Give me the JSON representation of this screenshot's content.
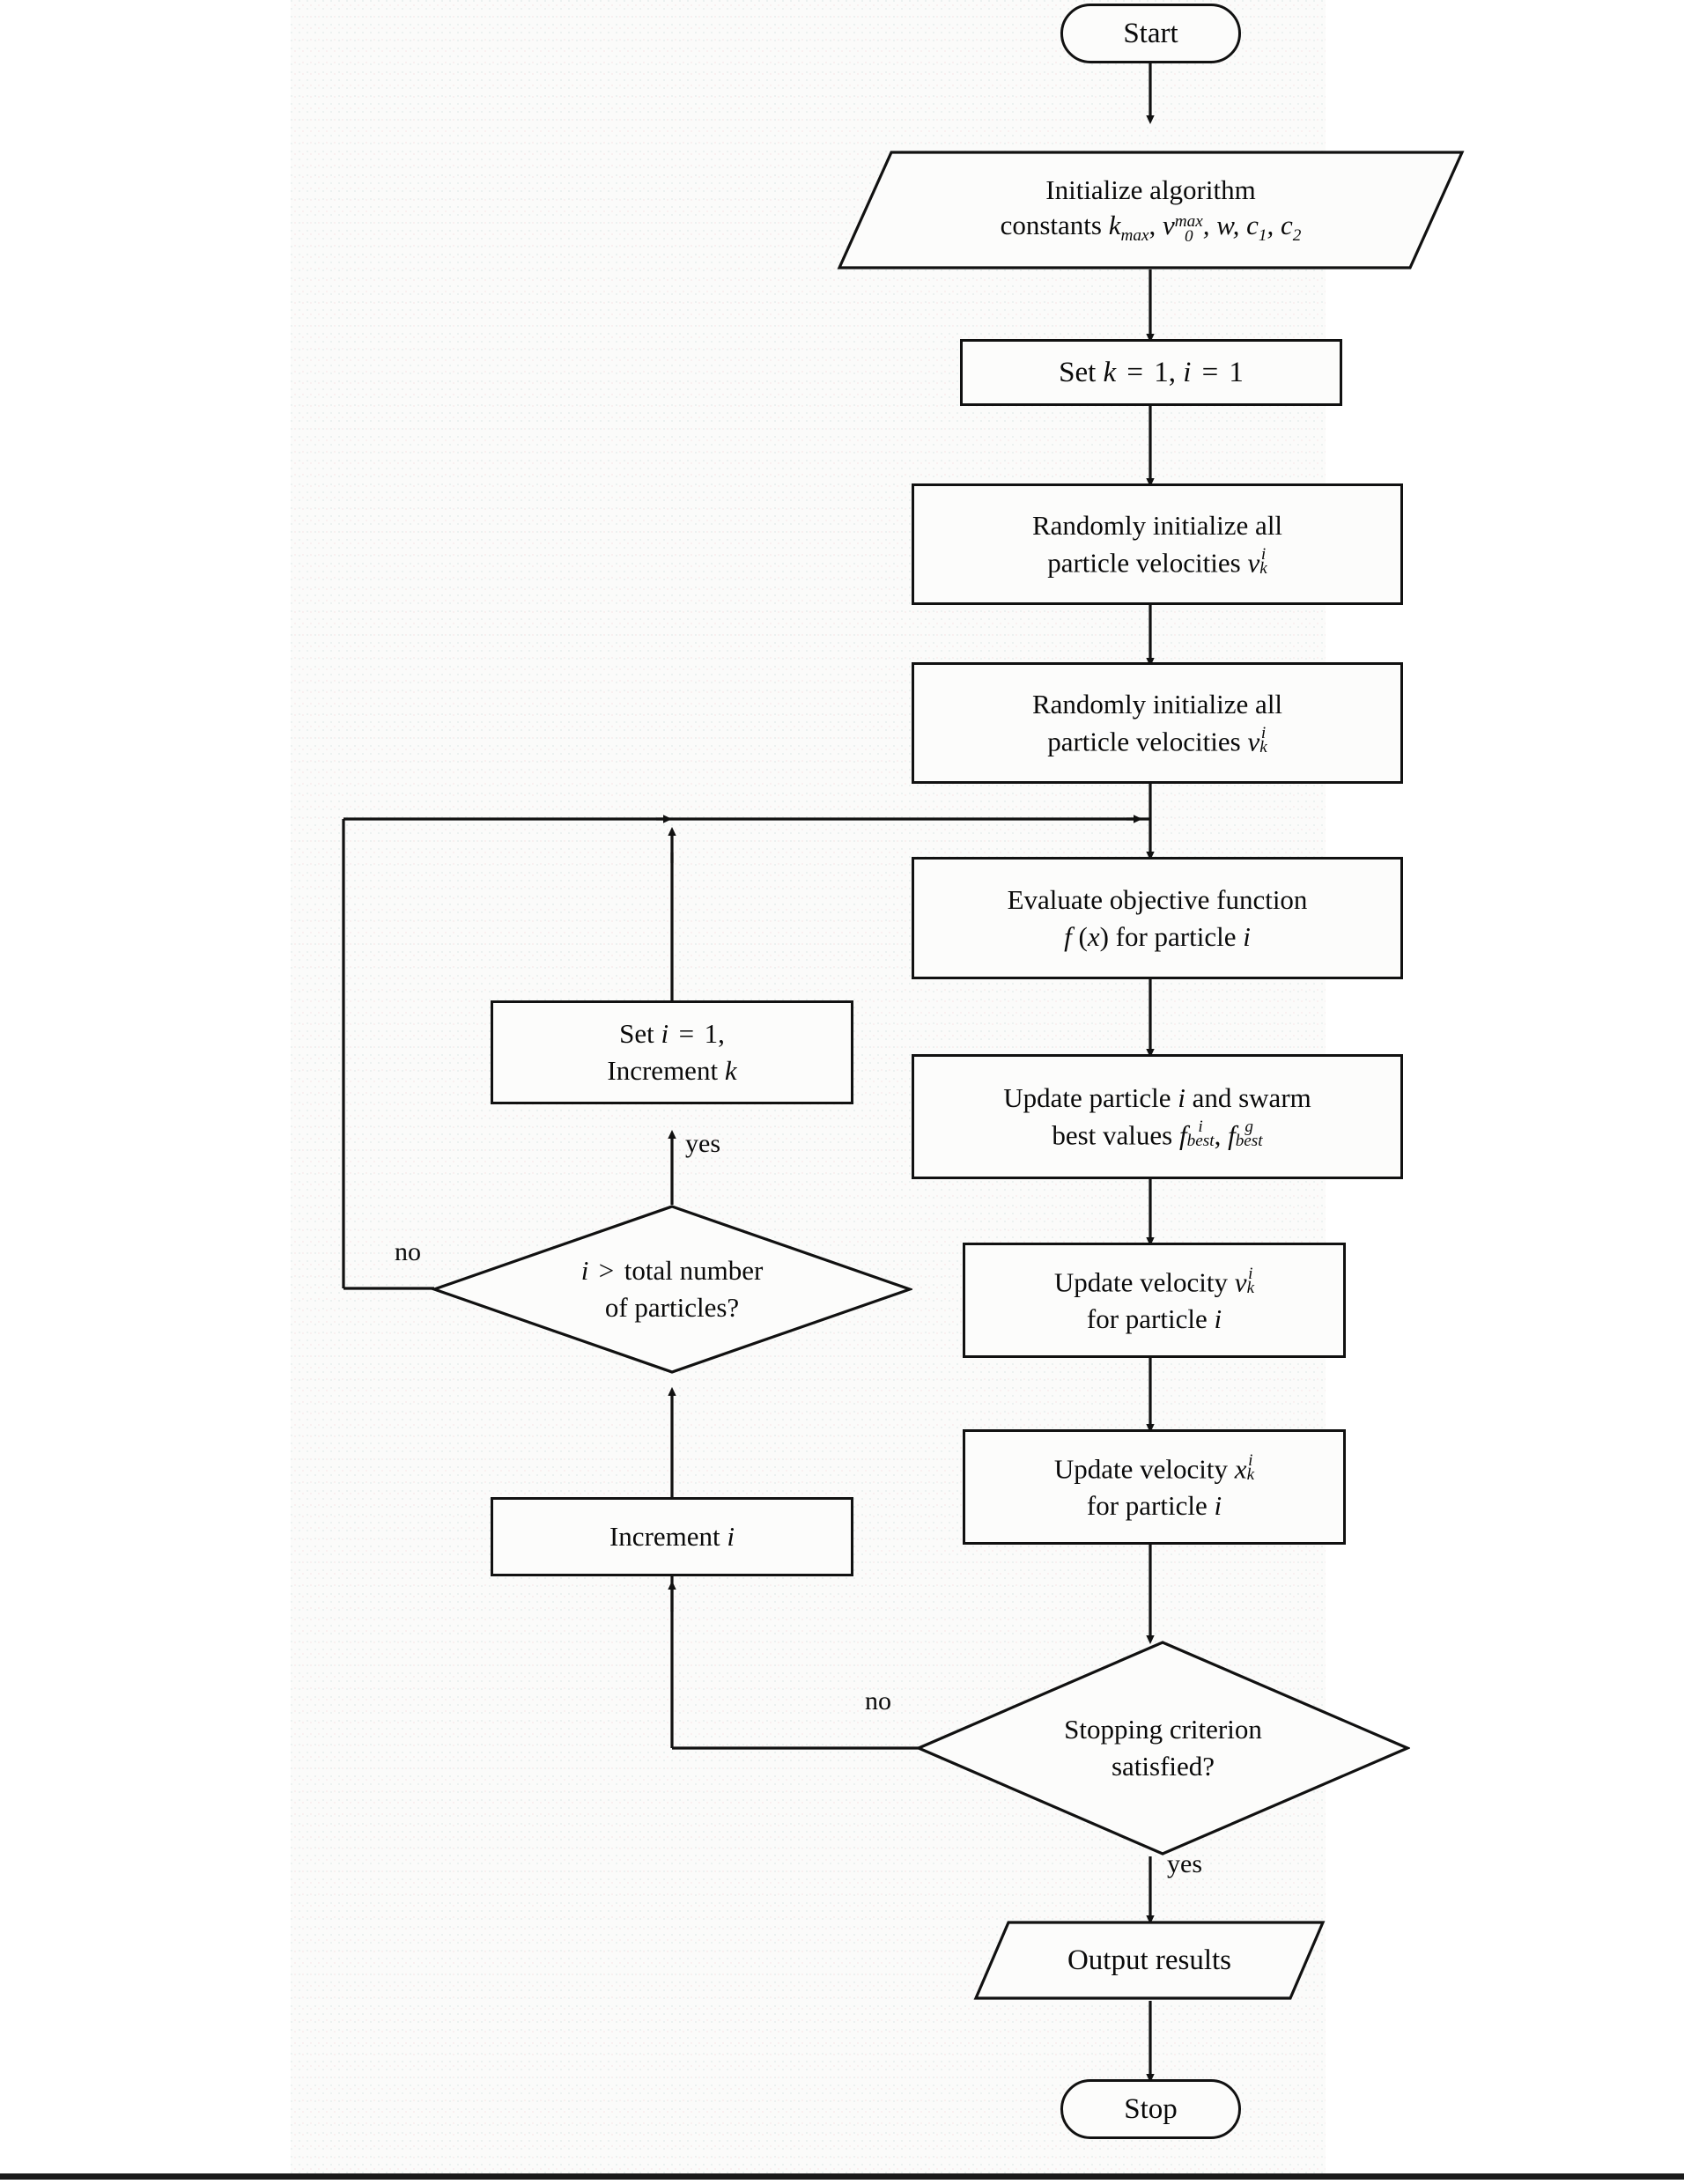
{
  "diagram": {
    "title": "Particle Swarm Optimization algorithm flowchart",
    "type": "flowchart",
    "stroke_color": "#111111",
    "background_color": "#fbfbfa",
    "text_color": "#0a0a0a"
  },
  "nodes": {
    "start": {
      "shape": "terminator",
      "label": "Start"
    },
    "initialize": {
      "shape": "parallelogram",
      "line1": "Initialize algorithm",
      "line2_pre": "constants ",
      "k": "k",
      "ksub": "max",
      "comma1": ", ",
      "v": "v",
      "vsub": "0",
      "vsup": "max",
      "rest": ", w, c",
      "c1sub": "1",
      "comma2": ", c",
      "c2sub": "2"
    },
    "set_k_i": {
      "shape": "process",
      "pre": "Set ",
      "k": "k",
      "eq1": " = ",
      "one1": "1, ",
      "i": "i",
      "eq2": " = ",
      "one2": "1"
    },
    "rand_init_1": {
      "shape": "process",
      "line1": "Randomly initialize all",
      "line2": "particle velocities ",
      "var": "v",
      "sup": "i",
      "sub": "k"
    },
    "rand_init_2": {
      "shape": "process",
      "line1": "Randomly initialize all",
      "line2": "particle velocities ",
      "var": "v",
      "sup": "i",
      "sub": "k"
    },
    "evaluate": {
      "shape": "process",
      "line1": "Evaluate objective function",
      "f": "f",
      "paren_open": " (",
      "x": "x",
      "paren_close": ") ",
      "mid": "for particle ",
      "i": "i"
    },
    "update_best": {
      "shape": "process",
      "line1_pre": "Update particle ",
      "i": "i",
      "line1_post": " and swarm",
      "line2_pre": "best values ",
      "f1": "f",
      "f1sup": "i",
      "f1sub": "best",
      "comma": ", ",
      "f2": "f",
      "f2sup": "g",
      "f2sub": "best"
    },
    "update_v": {
      "shape": "process",
      "line1_pre": "Update velocity ",
      "var": "v",
      "sup": "i",
      "sub": "k",
      "line2_pre": "for particle ",
      "i": "i"
    },
    "update_x": {
      "shape": "process",
      "line1_pre": "Update velocity ",
      "var": "x",
      "sup": "i",
      "sub": "k",
      "line2_pre": "for particle ",
      "i": "i"
    },
    "set_i_inc_k": {
      "shape": "process",
      "line1_pre": "Set ",
      "i": "i",
      "eq": " = ",
      "one": "1,",
      "line2": "Increment ",
      "k": "k"
    },
    "decide_particles": {
      "shape": "diamond",
      "line1_pre": "",
      "i": "i",
      "gt": " > ",
      "line1_post": "total number",
      "line2": "of particles?"
    },
    "increment_i": {
      "shape": "process",
      "pre": "Increment ",
      "i": "i"
    },
    "decide_stop": {
      "shape": "diamond",
      "line1": "Stopping criterion",
      "line2": "satisfied?"
    },
    "output": {
      "shape": "parallelogram",
      "label": "Output results"
    },
    "stop": {
      "shape": "terminator",
      "label": "Stop"
    }
  },
  "edge_labels": {
    "particles_yes": "yes",
    "particles_no": "no",
    "stop_no": "no",
    "stop_yes": "yes"
  },
  "flow": [
    {
      "from": "start",
      "to": "initialize"
    },
    {
      "from": "initialize",
      "to": "set_k_i"
    },
    {
      "from": "set_k_i",
      "to": "rand_init_1"
    },
    {
      "from": "rand_init_1",
      "to": "rand_init_2"
    },
    {
      "from": "rand_init_2",
      "to": "evaluate"
    },
    {
      "from": "evaluate",
      "to": "update_best"
    },
    {
      "from": "update_best",
      "to": "update_v"
    },
    {
      "from": "update_v",
      "to": "update_x"
    },
    {
      "from": "update_x",
      "to": "decide_stop"
    },
    {
      "from": "decide_stop",
      "to": "output",
      "label": "yes"
    },
    {
      "from": "decide_stop",
      "to": "increment_i",
      "label": "no"
    },
    {
      "from": "increment_i",
      "to": "decide_particles"
    },
    {
      "from": "decide_particles",
      "to": "set_i_inc_k",
      "label": "yes"
    },
    {
      "from": "decide_particles",
      "to": "evaluate",
      "label": "no"
    },
    {
      "from": "set_i_inc_k",
      "to": "evaluate"
    },
    {
      "from": "output",
      "to": "stop"
    }
  ]
}
